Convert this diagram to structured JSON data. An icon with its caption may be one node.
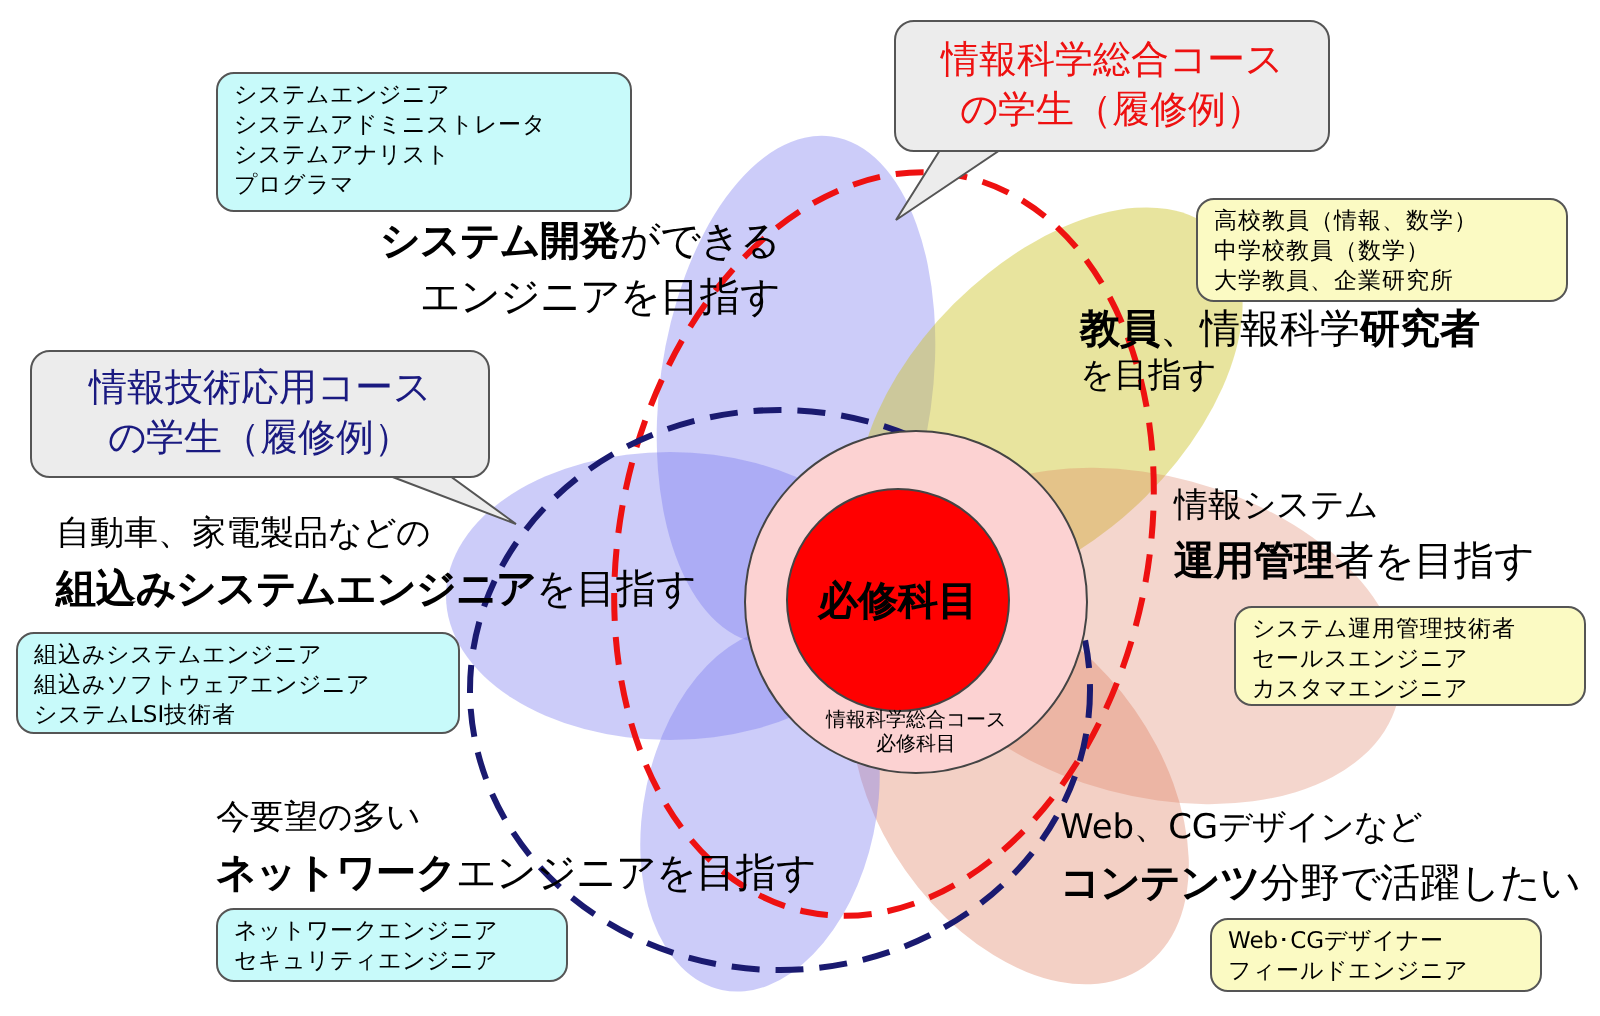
{
  "diagram": {
    "nodes": [
      {
        "text": [
          "情報科学総合コースの学生（履修例）"
        ]
      },
      {
        "text": [
          "システムエンジニア",
          "システムアドミニストレータ",
          "システムアナリスト",
          "プログラマ"
        ]
      },
      {
        "text": [
          "高校教員（情報、数学）",
          "中学校教員（数学）",
          "大学教員、企業研究所"
        ]
      },
      {
        "text": [
          "情報技術応用コースの学生（履修例）"
        ]
      },
      {
        "text": [
          "情報科学総合コース必修科目"
        ]
      },
      {
        "text": [
          "必修科目"
        ],
        "in": 4
      },
      {
        "text": [
          "組込みシステムエンジニア",
          "組込みソフトウェアエンジニア",
          "システムLSI技術者"
        ]
      },
      {
        "text": [
          "システム運用管理技術者",
          "セールスエンジニア",
          "カスタマエンジニア"
        ]
      },
      {
        "text": [
          "ネットワークエンジニア",
          "セキュリティエンジニア"
        ]
      },
      {
        "text": [
          "Web･CGデザイナー",
          "フィールドエンジニア"
        ]
      }
    ],
    "labels": [
      "**システム開発**ができる",
      "エンジニアを目指す",
      "**教員**、情報科学**研究者**",
      "を目指す",
      "情報システム",
      "**運用管理**者を目指す",
      "自動車、家電製品などの",
      "**組込みシステムエンジニア**を目指す",
      "今要望の多い",
      "**ネットワーク**エンジニアを目指す",
      "Web、CGデザインなど",
      "**コンテンツ**分野で活躍したい"
    ]
  }
}
